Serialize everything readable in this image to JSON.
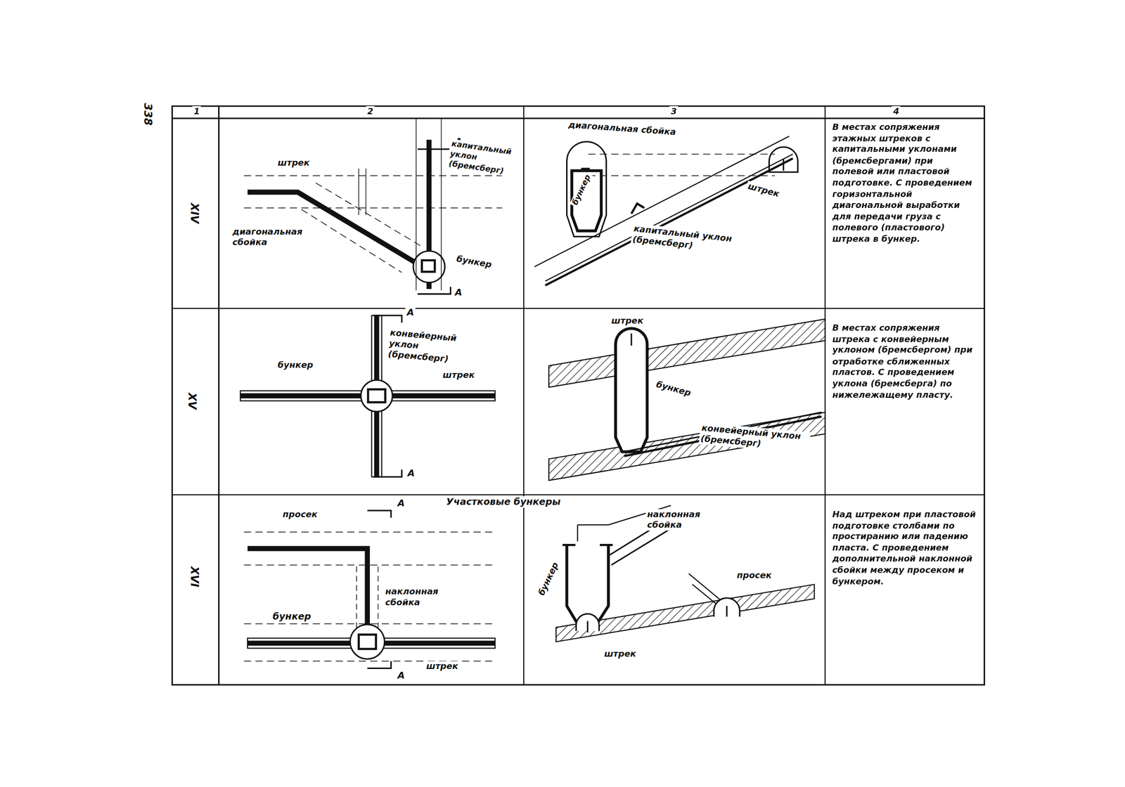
{
  "diagram": {
    "labels": [
      "338",
      "1",
      "2",
      "3",
      "4",
      "XIV",
      "штрек",
      "А",
      "капитальный уклон (бремсберг)",
      "диагональная сбойка",
      "бункер",
      "А",
      "диагональная сбойка",
      "бункер",
      "штрек",
      "капитальный уклон (бремсберг)",
      "В местах сопряжения этажных штреков с капитальными уклонами (бремсбергами) при полевой или пластовой подготовке. С проведением горизонтальной диагональной выработки для передачи груза с полевого (пластового) штрека в бункер.",
      "XV",
      "А",
      "бункер",
      "конвейерный уклон (бремсберг)",
      "штрек",
      "А",
      "штрек",
      "бункер",
      "конвейерный уклон (бремсберг)",
      "В местах сопряжения штрека с конвейерным уклоном (бремсбергом) при отработке сближенных пластов. С проведением уклона (бремсберга) по нижележащему пласту.",
      "XVI",
      "просек",
      "А",
      "Участковые бункеры",
      "бункер",
      "наклонная сбойка",
      "А",
      "штрек",
      "наклонная сбойка",
      "бункер",
      "просек",
      "штрек",
      "Над штреком при пластовой подготовке столбами по простиранию или падению пласта. С проведением дополнительной наклонной сбойки между просеком и бункером."
    ]
  }
}
